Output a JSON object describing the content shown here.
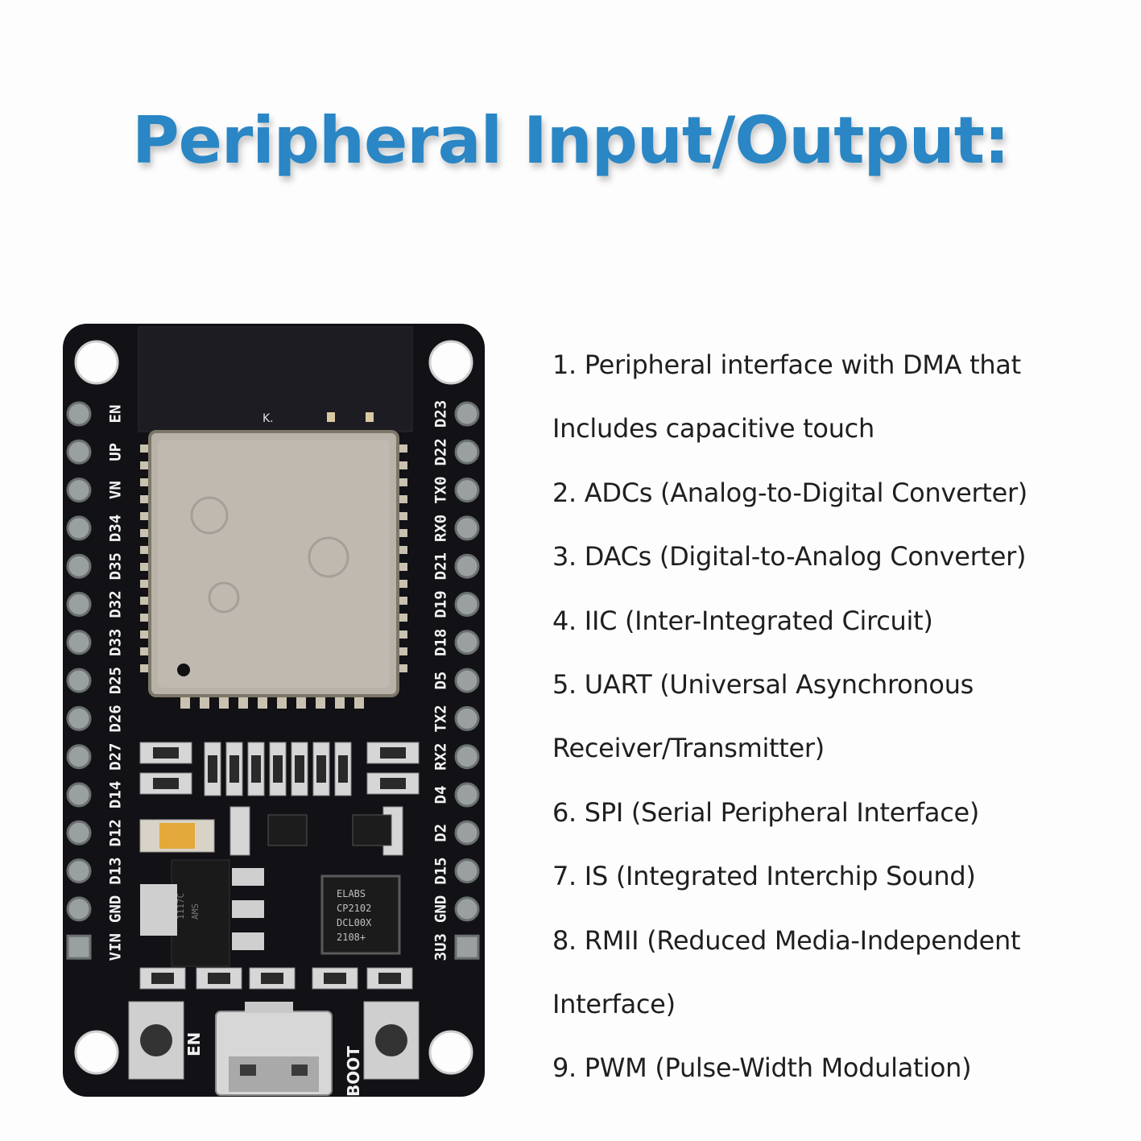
{
  "title": "Peripheral Input/Output:",
  "features": [
    "1. Peripheral interface with DMA that",
    "Includes capacitive touch",
    "2. ADCs (Analog-to-Digital Converter)",
    "3. DACs (Digital-to-Analog Converter)",
    "4. IIC (Inter-Integrated Circuit)",
    "5. UART (Universal Asynchronous",
    "Receiver/Transmitter)",
    "6. SPI (Serial Peripheral Interface)",
    "7. IS (Integrated Interchip Sound)",
    "8. RMII (Reduced Media-Independent",
    "Interface)",
    "9. PWM (Pulse-Width Modulation)"
  ],
  "board": {
    "left_pins": [
      "EN",
      "UP",
      "VN",
      "D34",
      "D35",
      "D32",
      "D33",
      "D25",
      "D26",
      "D27",
      "D14",
      "D12",
      "D13",
      "GND",
      "VIN"
    ],
    "right_pins": [
      "D23",
      "D22",
      "TX0",
      "RX0",
      "D21",
      "D19",
      "D18",
      "D5",
      "TX2",
      "RX2",
      "D4",
      "D2",
      "D15",
      "GND",
      "3U3"
    ],
    "button_left_label": "EN",
    "button_right_label": "BOOT",
    "antenna_mark": "K.",
    "usb_chip_lines": [
      "ELABS",
      "CP2102",
      "DCL00X",
      "2108+"
    ],
    "regulator_lines": [
      "1117C",
      "AMS"
    ]
  }
}
